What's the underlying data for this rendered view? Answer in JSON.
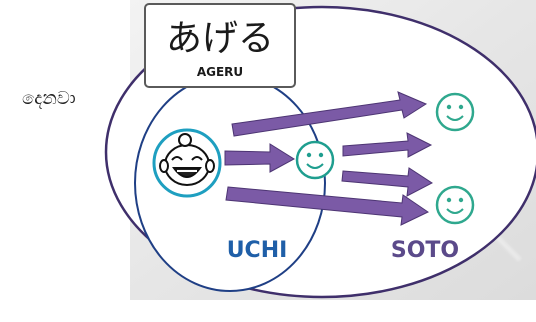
{
  "side_label": "දෙනවා",
  "title_card": {
    "kana": "あげる",
    "romaji": "AGERU"
  },
  "regions": {
    "inner_label": "UCHI",
    "outer_label": "SOTO"
  },
  "colors": {
    "uchi_label": "#1f5fa8",
    "soto_label": "#5b4a8a",
    "arrow_fill": "#7b5aa6",
    "arrow_edge": "#4d3573",
    "outer_ellipse_stroke": "#3f2f6b",
    "inner_ellipse_stroke": "#1f3f85"
  },
  "icons": {
    "giver": "laughing-face-icon",
    "receivers": [
      "smiley-icon",
      "smiley-icon",
      "smiley-icon"
    ]
  }
}
